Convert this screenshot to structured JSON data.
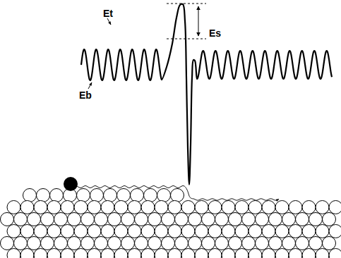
{
  "diagram": {
    "labels": [
      "Et",
      "Eb",
      "Es"
    ]
  }
}
